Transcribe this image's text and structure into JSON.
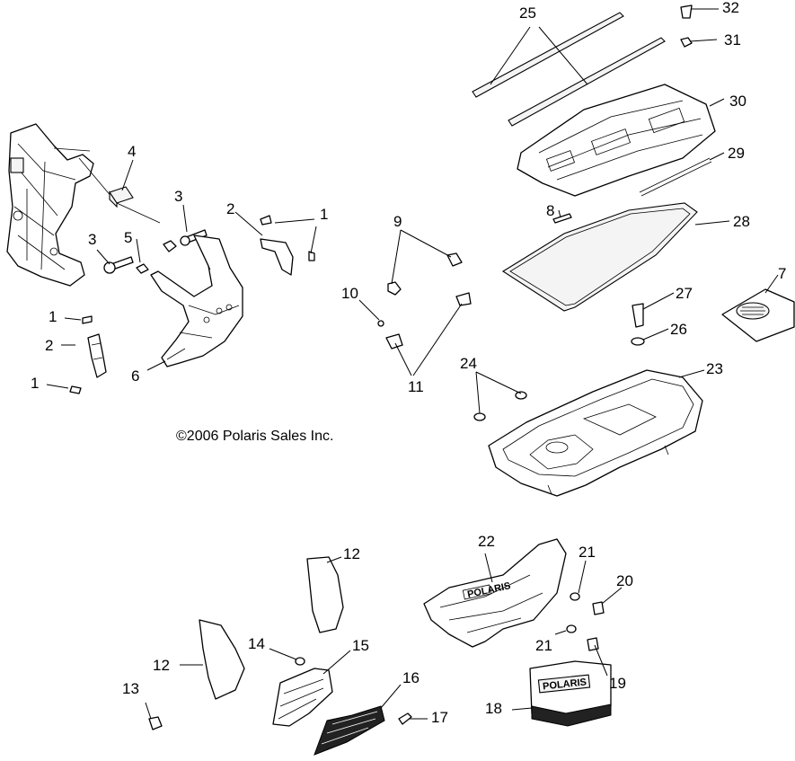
{
  "copyright": "©2006 Polaris Sales Inc.",
  "logo_text": "POLARIS",
  "callouts": [
    {
      "id": "c1",
      "label": "1"
    },
    {
      "id": "c1b",
      "label": "1"
    },
    {
      "id": "c1c",
      "label": "1"
    },
    {
      "id": "c2",
      "label": "2"
    },
    {
      "id": "c2b",
      "label": "2"
    },
    {
      "id": "c3",
      "label": "3"
    },
    {
      "id": "c3b",
      "label": "3"
    },
    {
      "id": "c4",
      "label": "4"
    },
    {
      "id": "c5",
      "label": "5"
    },
    {
      "id": "c6",
      "label": "6"
    },
    {
      "id": "c7",
      "label": "7"
    },
    {
      "id": "c8",
      "label": "8"
    },
    {
      "id": "c9",
      "label": "9"
    },
    {
      "id": "c10",
      "label": "10"
    },
    {
      "id": "c11",
      "label": "11"
    },
    {
      "id": "c12",
      "label": "12"
    },
    {
      "id": "c12b",
      "label": "12"
    },
    {
      "id": "c13",
      "label": "13"
    },
    {
      "id": "c14",
      "label": "14"
    },
    {
      "id": "c15",
      "label": "15"
    },
    {
      "id": "c16",
      "label": "16"
    },
    {
      "id": "c17",
      "label": "17"
    },
    {
      "id": "c18",
      "label": "18"
    },
    {
      "id": "c19",
      "label": "19"
    },
    {
      "id": "c20",
      "label": "20"
    },
    {
      "id": "c21",
      "label": "21"
    },
    {
      "id": "c21b",
      "label": "21"
    },
    {
      "id": "c22",
      "label": "22"
    },
    {
      "id": "c23",
      "label": "23"
    },
    {
      "id": "c24",
      "label": "24"
    },
    {
      "id": "c25",
      "label": "25"
    },
    {
      "id": "c26",
      "label": "26"
    },
    {
      "id": "c27",
      "label": "27"
    },
    {
      "id": "c28",
      "label": "28"
    },
    {
      "id": "c29",
      "label": "29"
    },
    {
      "id": "c30",
      "label": "30"
    },
    {
      "id": "c31",
      "label": "31"
    },
    {
      "id": "c32",
      "label": "32"
    }
  ]
}
